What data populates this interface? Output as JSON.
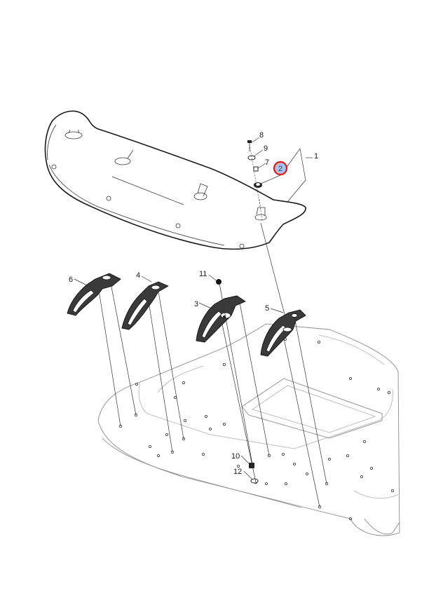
{
  "callouts": {
    "c1": "1",
    "c2": "2",
    "c3": "3",
    "c4": "4",
    "c5": "5",
    "c6": "6",
    "c7": "7",
    "c8": "8",
    "c9": "9",
    "c10": "10",
    "c11": "11",
    "c12": "12"
  },
  "highlight": {
    "item": "2",
    "ring_color": "#e01818",
    "fill_color": "#a9c4e6"
  }
}
